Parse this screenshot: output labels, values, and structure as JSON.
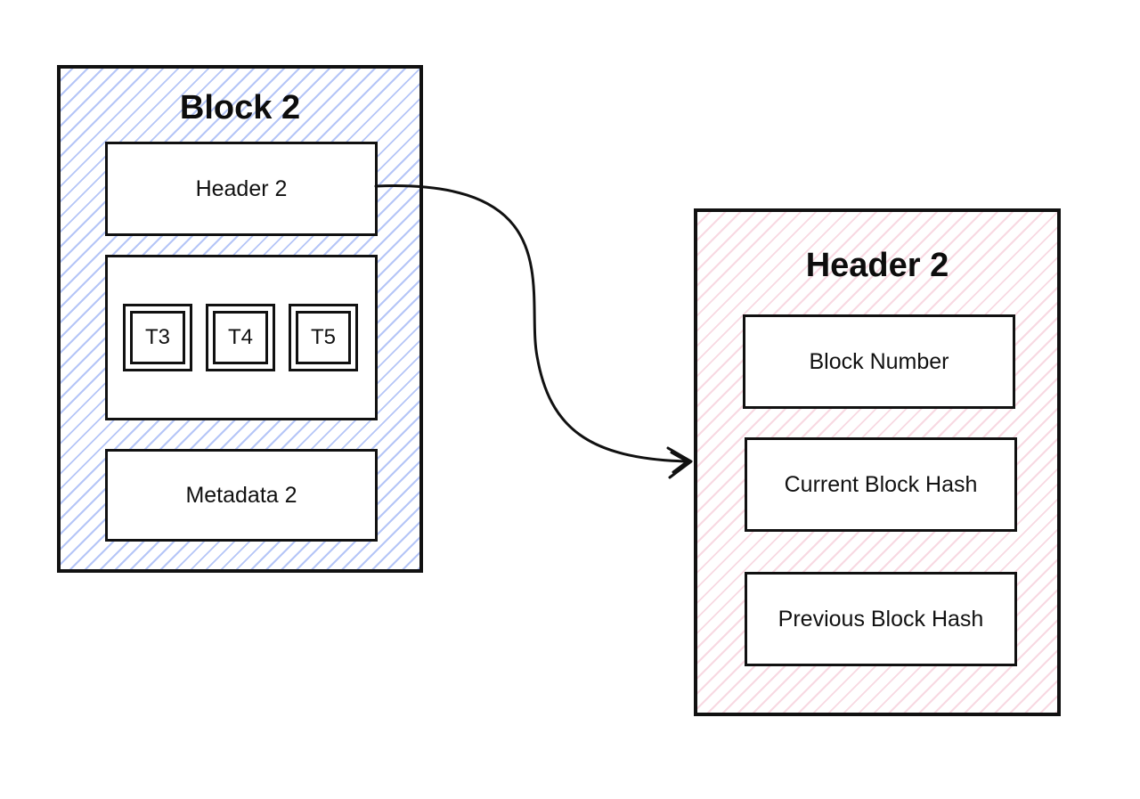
{
  "block": {
    "title": "Block 2",
    "header_label": "Header 2",
    "transactions": [
      "T3",
      "T4",
      "T5"
    ],
    "metadata_label": "Metadata 2"
  },
  "header_detail": {
    "title": "Header 2",
    "fields": [
      "Block Number",
      "Current Block Hash",
      "Previous Block Hash"
    ]
  },
  "colors": {
    "block_hatch": "#7896f0",
    "header_hatch": "#f0aabe",
    "stroke": "#111111"
  }
}
